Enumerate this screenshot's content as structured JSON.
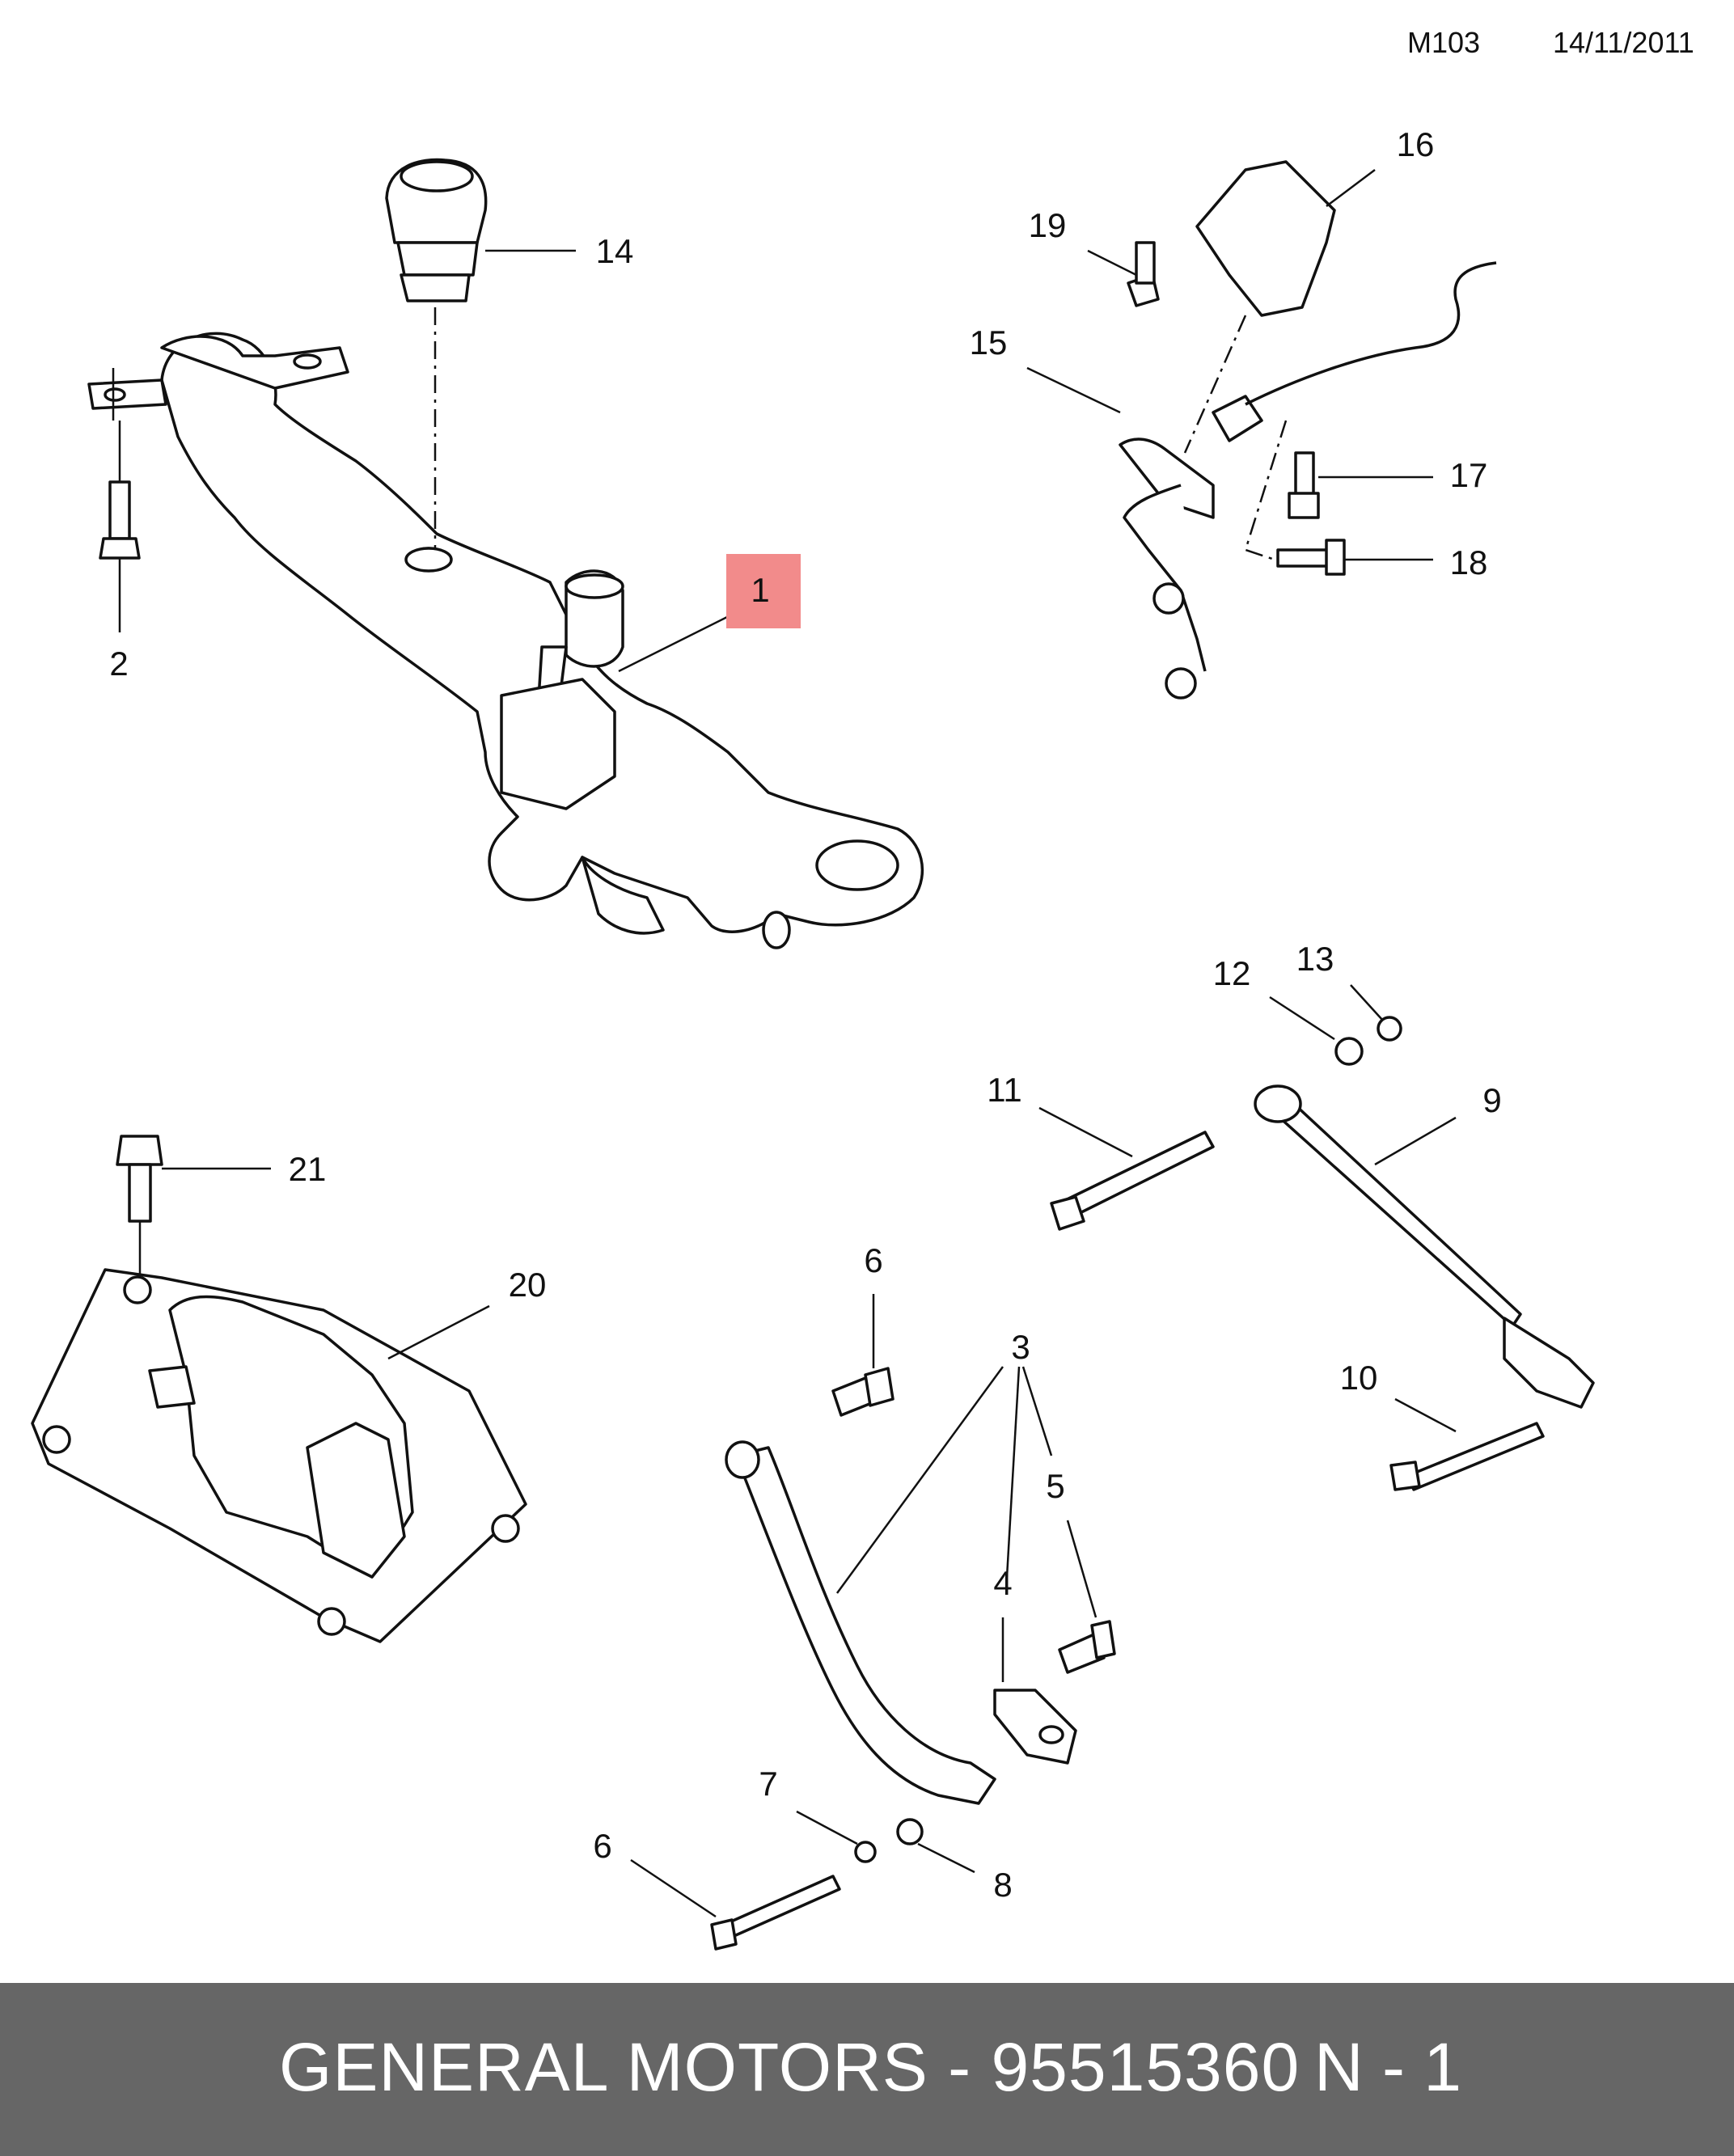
{
  "header": {
    "code": "M103",
    "date": "14/11/2011"
  },
  "callouts": [
    "1",
    "2",
    "3",
    "4",
    "5",
    "6",
    "6",
    "7",
    "8",
    "9",
    "10",
    "11",
    "12",
    "13",
    "14",
    "15",
    "16",
    "17",
    "18",
    "19",
    "20",
    "21"
  ],
  "highlight": {
    "callout": "1",
    "color": "#f28b8b"
  },
  "footer": {
    "label": "GENERAL MOTORS - 95515360",
    "code": "N - 1",
    "background": "#666666"
  }
}
